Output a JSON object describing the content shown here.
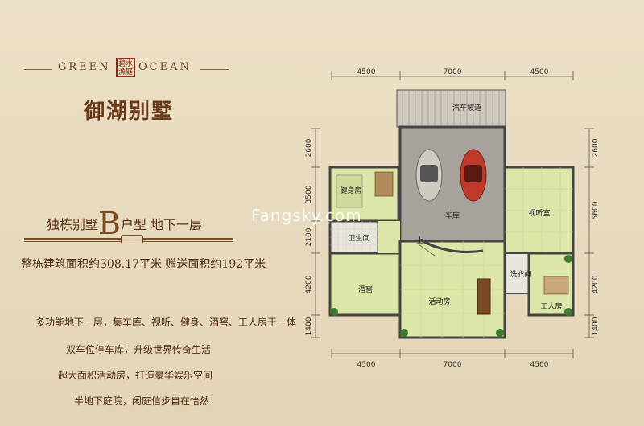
{
  "brand": {
    "left": "GREEN",
    "right": "OCEAN",
    "seal_text": "碧水\n漁庭"
  },
  "project_title": "御湖别墅",
  "unit": {
    "prefix": "独栋别墅",
    "letter": "B",
    "suffix": "户型  地下一层"
  },
  "area_line": "整栋建筑面积约308.17平米   赠送面积约192平米",
  "features": [
    "多功能地下一层，集车库、视听、健身、酒窖、工人房于一体",
    "双车位停车库，升级世界传奇生活",
    "超大面积活动房，打造豪华娱乐空间",
    "半地下庭院，闲庭信步自在怡然"
  ],
  "watermark": "Fangsky.com",
  "plan": {
    "top_dims": [
      "4500",
      "7000",
      "4500"
    ],
    "bottom_dims": [
      "4500",
      "7000",
      "4500"
    ],
    "left_dims": [
      "2600",
      "3500",
      "2100",
      "4200",
      "1400"
    ],
    "right_dims": [
      "2600",
      "5600",
      "4200",
      "1400"
    ],
    "rooms": {
      "ramp": "汽车坡道",
      "garage": "车库",
      "av_room": "视听室",
      "gym": "健身房",
      "bathroom": "卫生间",
      "wine_cellar": "酒窖",
      "activity": "活动房",
      "laundry": "洗衣间",
      "staff_room": "工人房",
      "up": "上"
    }
  },
  "colors": {
    "background": "#e6d8bc",
    "text_brown": "#6a3a18",
    "room_green": "#dbe6a8",
    "garage_gray": "#a8a29c",
    "wall": "#4a4a4a"
  }
}
